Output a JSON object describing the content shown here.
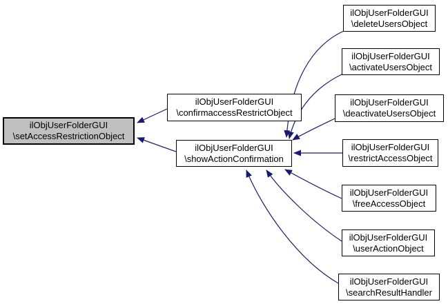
{
  "diagram": {
    "type": "doxygen-caller-graph",
    "background_color": "#ffffff",
    "node_fill": "#ffffff",
    "node_border_color": "#000000",
    "highlight_fill": "#c0c0c0",
    "edge_color": "#191970",
    "nodes": [
      {
        "id": "setAccessRestrictionObject",
        "line1": "ilObjUserFolderGUI",
        "line2": "\\setAccessRestrictionObject",
        "highlighted": true
      },
      {
        "id": "confirmaccessRestrictObject",
        "line1": "ilObjUserFolderGUI",
        "line2": "\\confirmaccessRestrictObject",
        "highlighted": false
      },
      {
        "id": "showActionConfirmation",
        "line1": "ilObjUserFolderGUI",
        "line2": "\\showActionConfirmation",
        "highlighted": false
      },
      {
        "id": "deleteUsersObject",
        "line1": "ilObjUserFolderGUI",
        "line2": "\\deleteUsersObject",
        "highlighted": false
      },
      {
        "id": "activateUsersObject",
        "line1": "ilObjUserFolderGUI",
        "line2": "\\activateUsersObject",
        "highlighted": false
      },
      {
        "id": "deactivateUsersObject",
        "line1": "ilObjUserFolderGUI",
        "line2": "\\deactivateUsersObject",
        "highlighted": false
      },
      {
        "id": "restrictAccessObject",
        "line1": "ilObjUserFolderGUI",
        "line2": "\\restrictAccessObject",
        "highlighted": false
      },
      {
        "id": "freeAccessObject",
        "line1": "ilObjUserFolderGUI",
        "line2": "\\freeAccessObject",
        "highlighted": false
      },
      {
        "id": "userActionObject",
        "line1": "ilObjUserFolderGUI",
        "line2": "\\userActionObject",
        "highlighted": false
      },
      {
        "id": "searchResultHandler",
        "line1": "ilObjUserFolderGUI",
        "line2": "\\searchResultHandler",
        "highlighted": false
      }
    ],
    "edges": [
      {
        "from": "confirmaccessRestrictObject",
        "to": "setAccessRestrictionObject"
      },
      {
        "from": "showActionConfirmation",
        "to": "setAccessRestrictionObject"
      },
      {
        "from": "deleteUsersObject",
        "to": "showActionConfirmation"
      },
      {
        "from": "activateUsersObject",
        "to": "showActionConfirmation"
      },
      {
        "from": "deactivateUsersObject",
        "to": "showActionConfirmation"
      },
      {
        "from": "restrictAccessObject",
        "to": "showActionConfirmation"
      },
      {
        "from": "freeAccessObject",
        "to": "showActionConfirmation"
      },
      {
        "from": "userActionObject",
        "to": "showActionConfirmation"
      },
      {
        "from": "searchResultHandler",
        "to": "showActionConfirmation"
      }
    ]
  }
}
